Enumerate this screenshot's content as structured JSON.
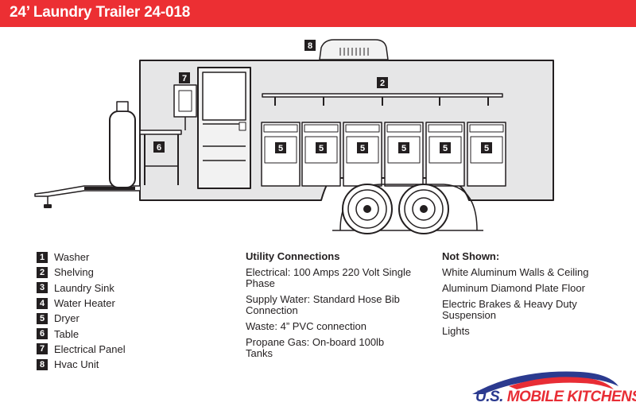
{
  "title": "24’ Laundry Trailer 24-018",
  "callouts": {
    "hvac": "8",
    "panel": "7",
    "shelving": "2",
    "table": "6",
    "dryer": "5"
  },
  "legend": [
    {
      "num": "1",
      "label": "Washer"
    },
    {
      "num": "2",
      "label": "Shelving"
    },
    {
      "num": "3",
      "label": "Laundry Sink"
    },
    {
      "num": "4",
      "label": "Water Heater"
    },
    {
      "num": "5",
      "label": "Dryer"
    },
    {
      "num": "6",
      "label": "Table"
    },
    {
      "num": "7",
      "label": "Electrical Panel"
    },
    {
      "num": "8",
      "label": "Hvac Unit"
    }
  ],
  "utilities": {
    "heading": "Utility Connections",
    "items": [
      "Electrical: 100 Amps 220 Volt Single Phase",
      "Supply Water: Standard Hose Bib Connection",
      "Waste: 4” PVC connection",
      "Propane Gas: On-board 100lb Tanks"
    ]
  },
  "not_shown": {
    "heading": "Not Shown:",
    "items": [
      "White Aluminum Walls & Ceiling",
      "Aluminum Diamond Plate Floor",
      "Electric Brakes & Heavy Duty Suspension",
      "Lights"
    ]
  },
  "logo": {
    "part1": "U.S. ",
    "part2": "MOBILE KITCHENS",
    "color1": "#2b3a8f",
    "color2": "#e82d35"
  },
  "colors": {
    "title_bar": "#ec2f33",
    "trailer_fill": "#e6e6e7",
    "stroke": "#231f20"
  }
}
